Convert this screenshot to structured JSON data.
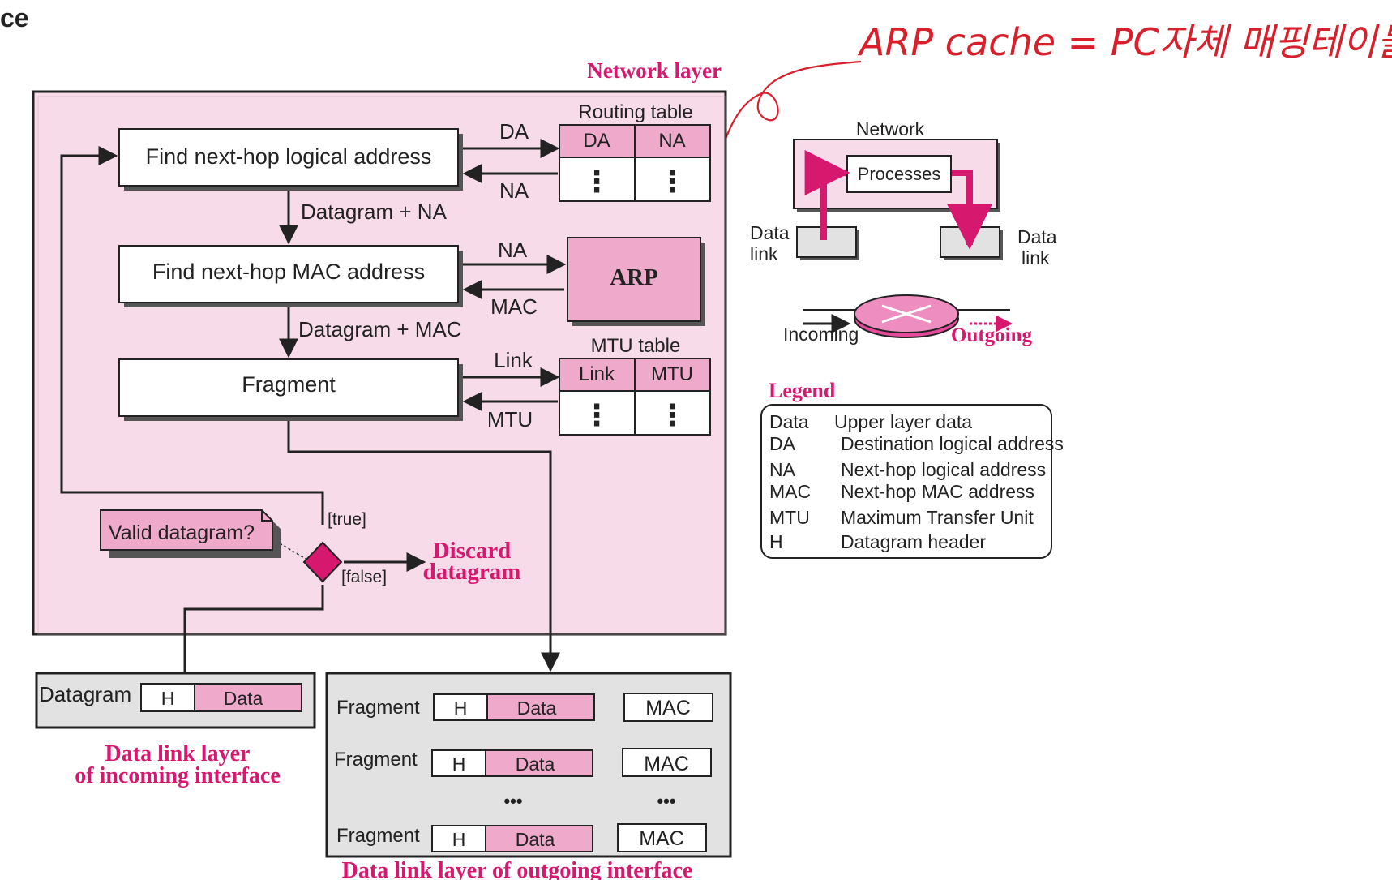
{
  "corner_fragment": "ce",
  "handwritten_note": "ARP cache = PC자체 매핑테이블",
  "network_layer": {
    "title": "Network layer",
    "boxes": {
      "find_logical": "Find next-hop logical address",
      "find_mac": "Find next-hop MAC address",
      "fragment": "Fragment",
      "arp": "ARP"
    },
    "flows": {
      "datagram_na": "Datagram + NA",
      "datagram_mac": "Datagram + MAC",
      "da": "DA",
      "na_return": "NA",
      "na_out": "NA",
      "mac_return": "MAC",
      "link": "Link",
      "mtu_return": "MTU"
    },
    "routing_table": {
      "title": "Routing table",
      "col1": "DA",
      "col2": "NA",
      "dots": "⋮"
    },
    "mtu_table": {
      "title": "MTU table",
      "col1": "Link",
      "col2": "MTU",
      "dots": "⋮"
    },
    "decision": {
      "note": "Valid datagram?",
      "true_label": "[true]",
      "false_label": "[false]",
      "discard_line1": "Discard",
      "discard_line2": "datagram"
    }
  },
  "incoming": {
    "label": "Datagram",
    "h": "H",
    "data": "Data",
    "caption_line1": "Data link layer",
    "caption_line2": "of incoming interface"
  },
  "outgoing": {
    "rows": [
      {
        "label": "Fragment",
        "h": "H",
        "data": "Data",
        "mac": "MAC"
      },
      {
        "label": "Fragment",
        "h": "H",
        "data": "Data",
        "mac": "MAC"
      },
      {
        "label": "Fragment",
        "h": "H",
        "data": "Data",
        "mac": "MAC"
      }
    ],
    "ellipsis": "•••",
    "caption": "Data link layer of outgoing interface"
  },
  "mini": {
    "network": "Network",
    "processes": "Processes",
    "data_link_left_1": "Data",
    "data_link_left_2": "link",
    "data_link_right_1": "Data",
    "data_link_right_2": "link",
    "incoming": "Incoming",
    "outgoing": "Outgoing"
  },
  "legend": {
    "title": "Legend",
    "items": [
      {
        "abbr": "Data",
        "desc": "Upper layer data"
      },
      {
        "abbr": "DA",
        "desc": "Destination logical address"
      },
      {
        "abbr": "NA",
        "desc": "Next-hop logical address"
      },
      {
        "abbr": "MAC",
        "desc": "Next-hop MAC address"
      },
      {
        "abbr": "MTU",
        "desc": "Maximum Transfer Unit"
      },
      {
        "abbr": "H",
        "desc": "Datagram header"
      }
    ]
  },
  "colors": {
    "pink_fill": "#f7dbe8",
    "pink_mid": "#efaacb",
    "magenta": "#d6186f",
    "handwriting": "#d8202c",
    "grey_fill": "#e2e2e2"
  }
}
